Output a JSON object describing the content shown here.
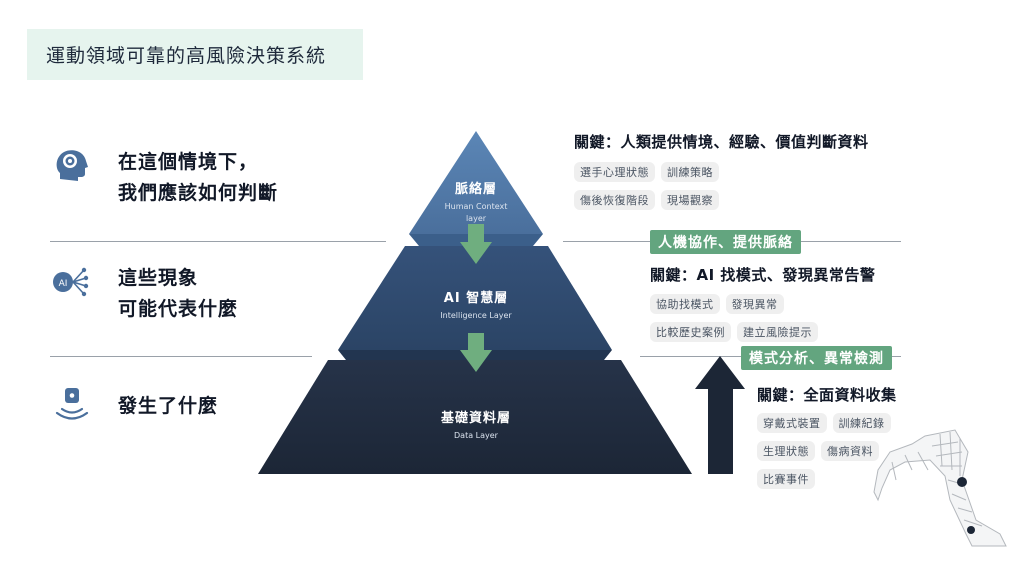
{
  "title": "運動領域可靠的高風險決策系統",
  "questions": [
    {
      "icon": "brain-head-icon",
      "lines": [
        "在這個情境下，",
        "我們應該如何判斷"
      ]
    },
    {
      "icon": "ai-network-icon",
      "icon_text": "AI",
      "lines": [
        "這些現象",
        "可能代表什麼"
      ]
    },
    {
      "icon": "wearable-sensor-icon",
      "lines": [
        "發生了什麼"
      ]
    }
  ],
  "layers": {
    "top": {
      "name": "脈絡層",
      "en_lines": [
        "Human Context",
        "layer"
      ]
    },
    "middle": {
      "name": "AI 智慧層",
      "en_lines": [
        "Intelligence Layer"
      ]
    },
    "bottom": {
      "name": "基礎資料層",
      "en_lines": [
        "Data Layer"
      ]
    }
  },
  "panels": {
    "top": {
      "key": "關鍵：人類提供情境、經驗、價值判斷資料",
      "tags": [
        [
          "選手心理狀態",
          "訓練策略"
        ],
        [
          "傷後恢復階段",
          "現場觀察"
        ]
      ]
    },
    "middle": {
      "badge": "人機協作、提供脈絡",
      "key": "關鍵：AI 找模式、發現異常告警",
      "tags": [
        [
          "協助找模式",
          "發現異常"
        ],
        [
          "比較歷史案例",
          "建立風險提示"
        ]
      ]
    },
    "bottom": {
      "badge": "模式分析、異常檢測",
      "key": "關鍵：全面資料收集",
      "tags": [
        [
          "穿戴式裝置",
          "訓練紀錄"
        ],
        [
          "生理狀態",
          "傷病資料"
        ],
        [
          "比賽事件"
        ]
      ]
    }
  },
  "colors": {
    "top_layer": "#5079a8",
    "middle_layer": "#2f4a6b",
    "bottom_layer": "#1f2b3e",
    "arrow_green": "#6fae7f",
    "badge_green": "#63a57f",
    "up_arrow": "#1c2636",
    "title_bg": "#e6f4ee"
  }
}
